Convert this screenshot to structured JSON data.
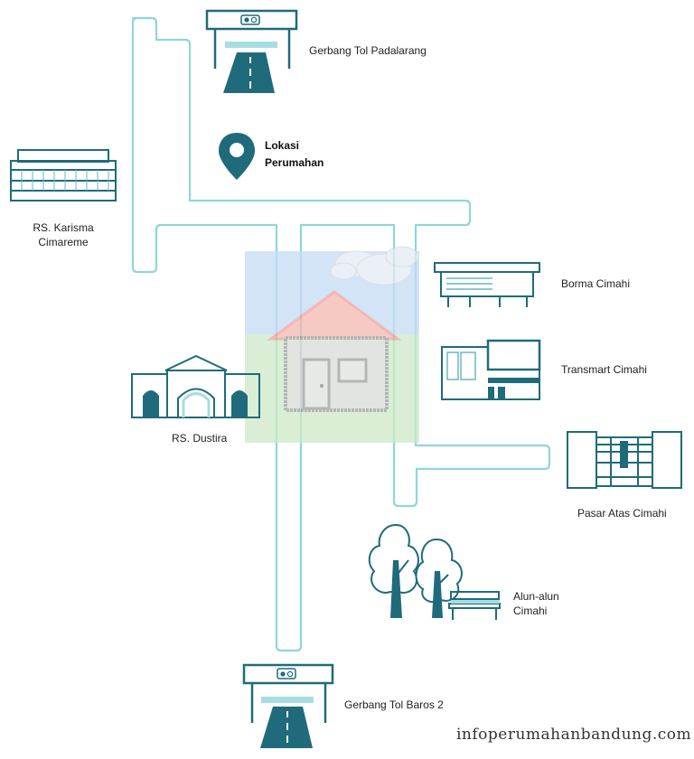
{
  "colors": {
    "road": "#8fd6da",
    "icon_dark": "#1f6b7c",
    "icon_light": "#a6dde2",
    "sky": "#c5dcf5",
    "grass": "#cde9c7",
    "roof": "#f2a8a8"
  },
  "landmarks": {
    "gerbang_tol_padalarang": "Gerbang Tol Padalarang",
    "lokasi_perumahan_line1": "Lokasi",
    "lokasi_perumahan_line2": "Perumahan",
    "rs_karisma_line1": "RS. Karisma",
    "rs_karisma_line2": "Cimareme",
    "borma_cimahi": "Borma Cimahi",
    "transmart_cimahi": "Transmart Cimahi",
    "rs_dustira": "RS. Dustira",
    "pasar_atas_cimahi": "Pasar Atas Cimahi",
    "alun_alun_line1": "Alun-alun",
    "alun_alun_line2": "Cimahi",
    "gerbang_tol_baros": "Gerbang Tol Baros 2"
  },
  "icons": {
    "toll_gate": "toll-gate-icon",
    "location_pin": "map-pin-icon",
    "hospital_building": "hospital-building-icon",
    "house": "house-icon",
    "store": "store-icon",
    "mall": "mall-icon",
    "hospital_gate": "hospital-gate-icon",
    "market": "market-icon",
    "park": "park-icon"
  },
  "watermark": "infoperumahanbandung.com"
}
